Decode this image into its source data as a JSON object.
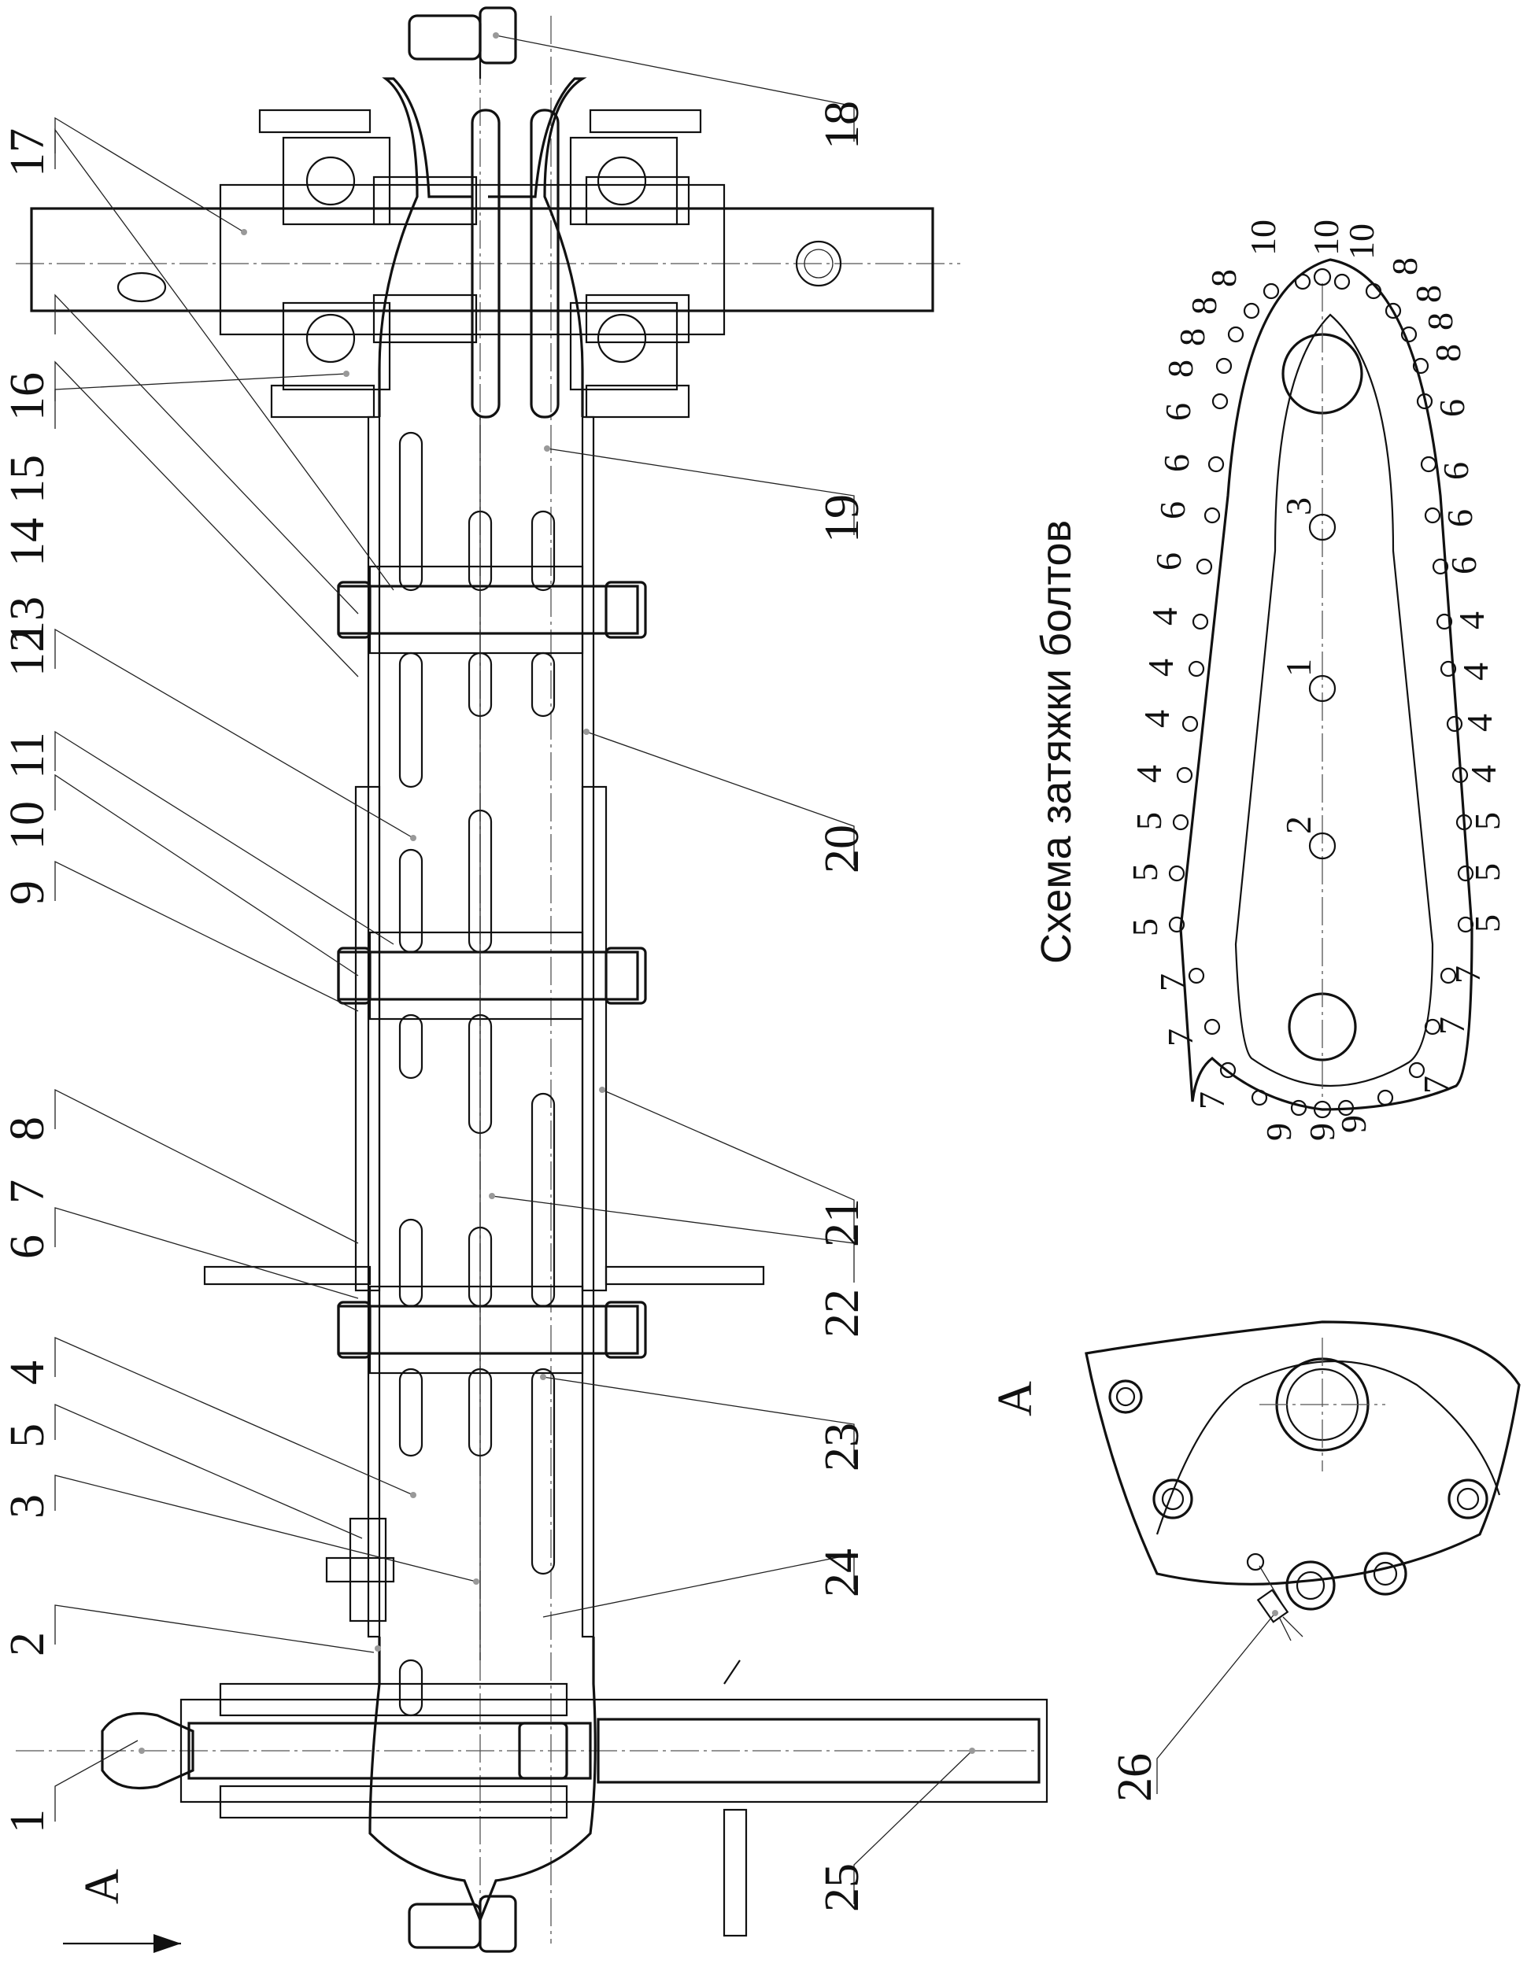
{
  "view_label": "A",
  "tightening_title": "Схема затяжки болтов",
  "part_numbers": [
    "1",
    "2",
    "3",
    "4",
    "5",
    "6",
    "7",
    "8",
    "9",
    "10",
    "11",
    "12",
    "13",
    "14",
    "15",
    "16",
    "17",
    "18",
    "19",
    "20",
    "21",
    "22",
    "23",
    "24",
    "25",
    "26"
  ],
  "tightening_left": [
    "9",
    "7",
    "7",
    "7",
    "5",
    "5",
    "5",
    "4",
    "4",
    "4",
    "4",
    "6",
    "6",
    "6",
    "6",
    "8",
    "8",
    "8",
    "8",
    "10"
  ],
  "tightening_right": [
    "10",
    "10",
    "8",
    "8",
    "8",
    "8",
    "6",
    "6",
    "6",
    "6",
    "4",
    "4",
    "4",
    "4",
    "5",
    "5",
    "5",
    "7",
    "7",
    "7",
    "9",
    "9"
  ],
  "tightening_center": [
    "1",
    "2",
    "3"
  ]
}
